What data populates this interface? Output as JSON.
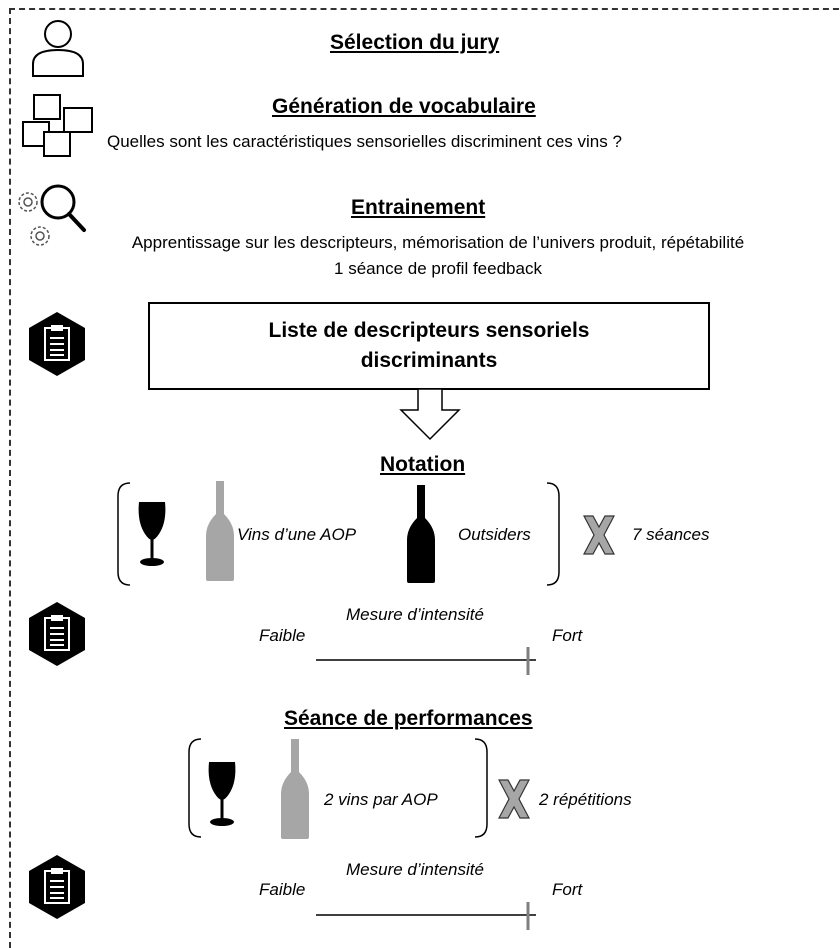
{
  "steps": {
    "selection": {
      "title": "Sélection du jury"
    },
    "vocab": {
      "title": "Génération de vocabulaire",
      "question": "Quelles sont les caractéristiques sensorielles discriminent ces vins ?"
    },
    "training": {
      "title": "Entrainement",
      "line1": "Apprentissage sur les descripteurs, mémorisation de l’univers produit, répétabilité",
      "line2": "1 séance de profil feedback"
    },
    "descriptor_box": {
      "text": "Liste de descripteurs sensoriels\ndiscriminants"
    },
    "notation": {
      "title": "Notation",
      "wines_label": "Vins d’une AOP",
      "outsiders_label": "Outsiders",
      "sessions": "7 séances",
      "scale": {
        "title": "Mesure d’intensité",
        "low": "Faible",
        "high": "Fort"
      }
    },
    "performance": {
      "title": "Séance de performances",
      "wines_label": "2 vins par AOP",
      "repetitions": "2 répétitions",
      "scale": {
        "title": "Mesure d’intensité",
        "low": "Faible",
        "high": "Fort"
      }
    }
  },
  "icons": {
    "jury": "person-icon",
    "vocab": "sticky-notes-icon",
    "training": "gears-magnifier-icon",
    "clipboard": "clipboard-hexagon-icon",
    "glass": "wine-glass-icon",
    "bottle": "wine-bottle-icon",
    "multiply": "multiply-icon",
    "arrow": "down-arrow-icon"
  },
  "colors": {
    "grey_bottle": "#a6a6a6",
    "black": "#000000",
    "cross": "#a6a6a6"
  }
}
